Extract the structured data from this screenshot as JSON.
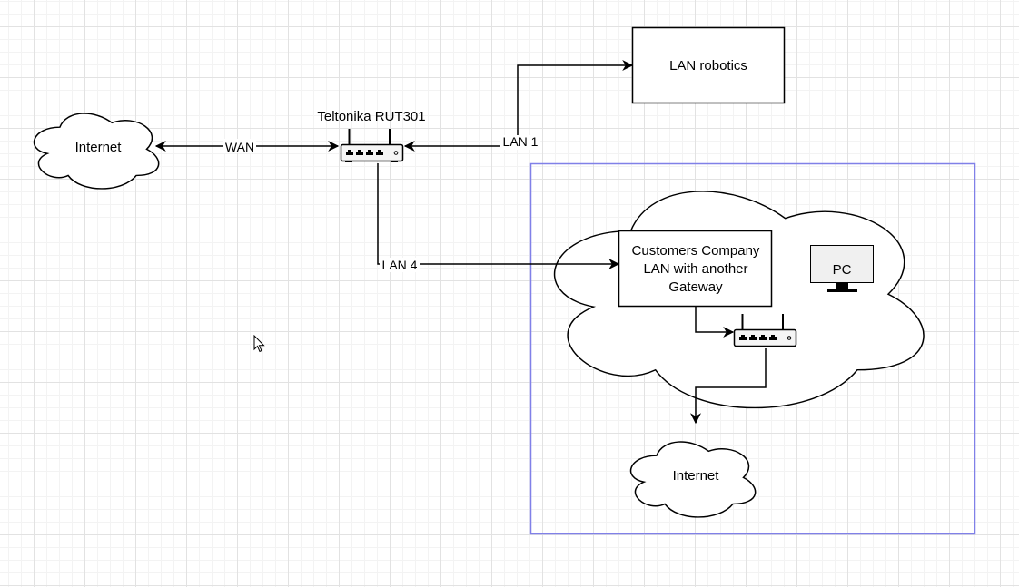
{
  "diagram": {
    "nodes": {
      "internet_left": {
        "label": "Internet",
        "shape": "cloud"
      },
      "router_main": {
        "label": "Teltonika RUT301",
        "shape": "router"
      },
      "lan_robotics": {
        "label": "LAN robotics",
        "shape": "rectangle"
      },
      "customer_lan": {
        "label_lines": [
          "Customers Company",
          "LAN with another",
          "Gateway"
        ],
        "shape": "rectangle"
      },
      "customer_cloud": {
        "label": "",
        "shape": "cloud"
      },
      "pc": {
        "label": "PC",
        "shape": "monitor"
      },
      "router_customer": {
        "label": "",
        "shape": "router"
      },
      "internet_bottom": {
        "label": "Internet",
        "shape": "cloud"
      },
      "group_frame": {
        "label": "",
        "shape": "container",
        "border_color": "#8080e8"
      }
    },
    "edges": {
      "wan": {
        "label": "WAN",
        "from": "internet_left",
        "to": "router_main",
        "bidirectional": true
      },
      "lan1": {
        "label": "LAN 1",
        "from": "router_main",
        "to": "lan_robotics"
      },
      "lan4": {
        "label": "LAN 4",
        "from": "router_main",
        "to": "customer_lan"
      },
      "gw_link": {
        "label": "",
        "from": "customer_lan",
        "to": "router_customer"
      },
      "uplink": {
        "label": "",
        "from": "router_customer",
        "to": "internet_bottom"
      }
    }
  },
  "colors": {
    "stroke": "#000000",
    "group_border": "#8080e8",
    "pc_fill": "#f0f0f0",
    "router_fill": "#f5f5f5"
  },
  "icons": {
    "cursor": "mouse-pointer-icon",
    "router": "router-icon",
    "monitor": "monitor-icon"
  }
}
